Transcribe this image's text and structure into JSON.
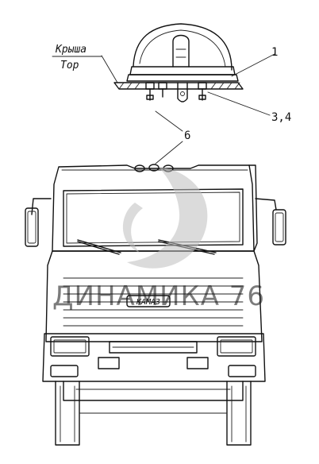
{
  "labels": {
    "roof_ru": "Крыша",
    "roof_en": "Top",
    "callout_1": "1",
    "callout_34": "3,4",
    "callout_6": "6"
  },
  "watermark": {
    "text": "ДИНАМИКА 76"
  },
  "truck": {
    "grille_badge": "КАМАЗ"
  }
}
